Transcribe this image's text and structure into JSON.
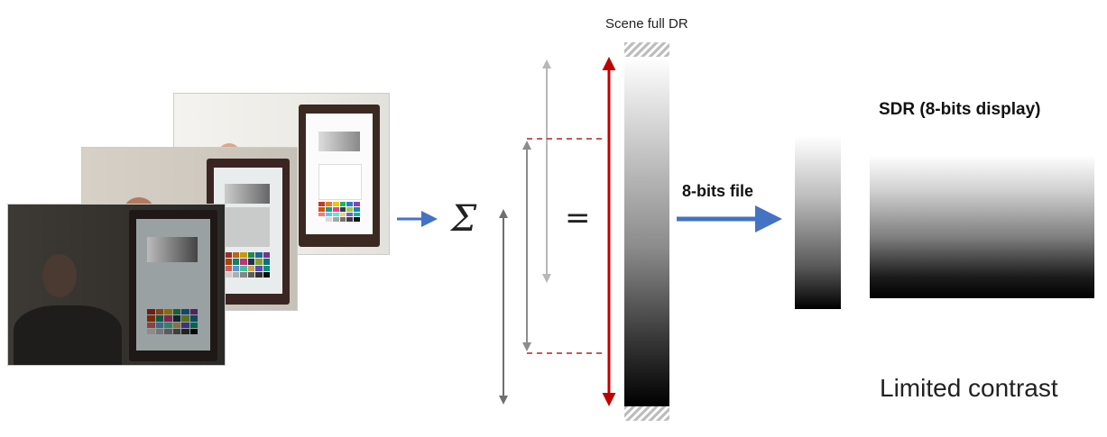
{
  "labels": {
    "scene": "Scene full DR",
    "sum_symbol": "Σ",
    "equals": "=",
    "file": "8-bits file",
    "sdr": "SDR (8-bits display)",
    "limited": "Limited contrast"
  },
  "colors": {
    "blue_arrow": "#4472c4",
    "red_arrow": "#c00000",
    "gray_light": "#b7b7b7",
    "gray_mid": "#8c8c8c",
    "gray_dark": "#6f6f6f",
    "red_dashed": "#b22222"
  },
  "photos": [
    {
      "name": "photo-brightest-exposure"
    },
    {
      "name": "photo-mid-exposure"
    },
    {
      "name": "photo-darkest-exposure"
    }
  ],
  "color_checker_palette": [
    "#c0392b",
    "#e67e22",
    "#f1c40f",
    "#27ae60",
    "#2980b9",
    "#8e44ad",
    "#d35400",
    "#16a085",
    "#e84393",
    "#2c3e50",
    "#a3cb38",
    "#1289a7",
    "#ff7675",
    "#74b9ff",
    "#55efc4",
    "#fdcb6e",
    "#6c5ce7",
    "#00b894",
    "#ffffff",
    "#d9d9d9",
    "#a6a6a6",
    "#737373",
    "#404040",
    "#111111"
  ]
}
